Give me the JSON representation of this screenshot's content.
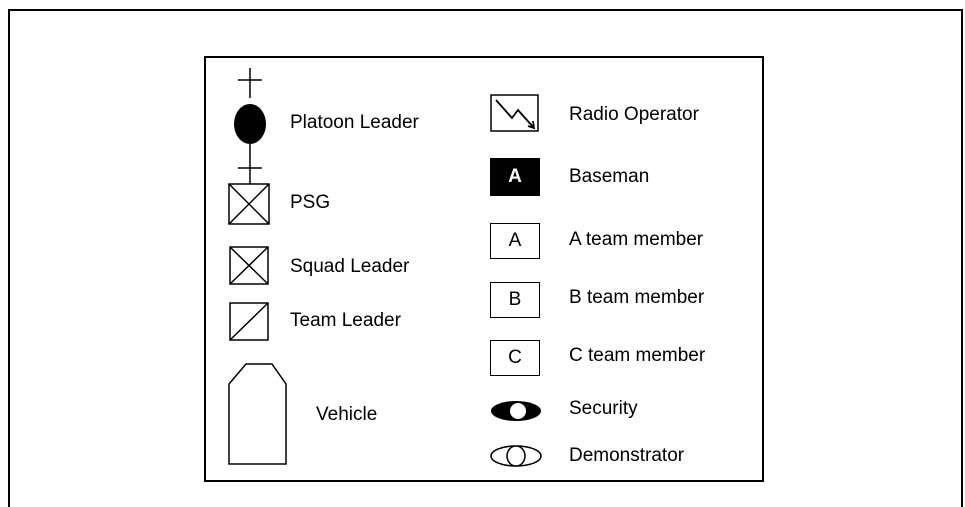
{
  "legend": {
    "left_items": [
      {
        "symbol": "platoon-leader-symbol",
        "label": "Platoon Leader"
      },
      {
        "symbol": "psg-symbol",
        "label": "PSG"
      },
      {
        "symbol": "squad-leader-symbol",
        "label": "Squad Leader"
      },
      {
        "symbol": "team-leader-symbol",
        "label": "Team Leader"
      },
      {
        "symbol": "vehicle-symbol",
        "label": "Vehicle"
      }
    ],
    "right_items": [
      {
        "symbol": "radio-operator-symbol",
        "label": "Radio Operator"
      },
      {
        "symbol": "baseman-symbol",
        "letter": "A",
        "label": "Baseman"
      },
      {
        "symbol": "a-team-member-symbol",
        "letter": "A",
        "label": "A  team member"
      },
      {
        "symbol": "b-team-member-symbol",
        "letter": "B",
        "label": "B team member"
      },
      {
        "symbol": "c-team-member-symbol",
        "letter": "C",
        "label": "C team member"
      },
      {
        "symbol": "security-symbol",
        "label": "Security"
      },
      {
        "symbol": "demonstrator-symbol",
        "label": "Demonstrator"
      }
    ]
  }
}
